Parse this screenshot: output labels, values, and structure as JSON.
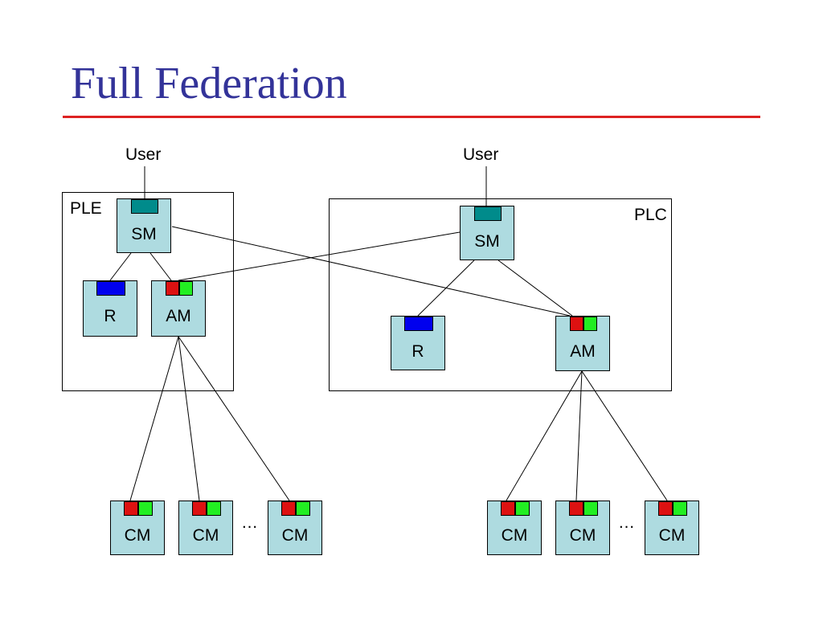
{
  "title": "Full Federation",
  "colors": {
    "title": "#333399",
    "rule": "#dd2222",
    "node_fill": "#aedbe0",
    "tag_sm": "#008b8b",
    "tag_r": "#0000ee",
    "tag_red": "#dd1111",
    "tag_green": "#22ee22"
  },
  "users": {
    "left": "User",
    "right": "User"
  },
  "left": {
    "region": "PLE",
    "sm": "SM",
    "r": "R",
    "am": "AM",
    "cms": [
      "CM",
      "CM",
      "CM"
    ],
    "ellipsis": "…"
  },
  "right": {
    "region": "PLC",
    "sm": "SM",
    "r": "R",
    "am": "AM",
    "cms": [
      "CM",
      "CM",
      "CM"
    ],
    "ellipsis": "…"
  }
}
